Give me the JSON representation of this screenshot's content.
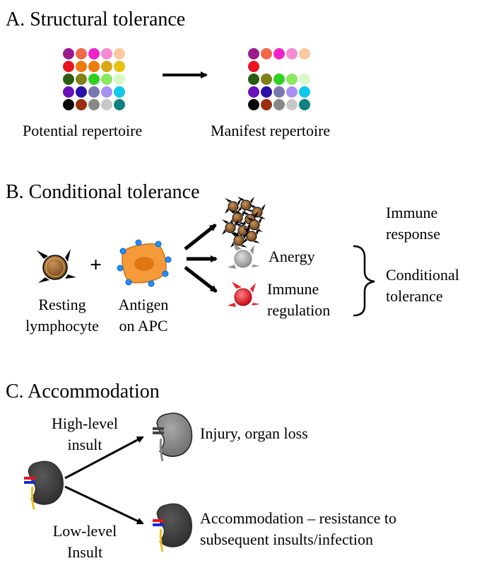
{
  "sections": {
    "a": {
      "title": "A. Structural tolerance",
      "potential_label": "Potential repertoire",
      "manifest_label": "Manifest repertoire",
      "potential_grid": [
        [
          "#9b1b8c",
          "#f06a4a",
          "#ee22c8",
          "#f58ad0",
          "#fbc9a0"
        ],
        [
          "#e8141e",
          "#ee7a10",
          "#f07a0a",
          "#d8a818",
          "#e8c010"
        ],
        [
          "#2a5c12",
          "#808018",
          "#30d020",
          "#88e860",
          "#d8f8c8"
        ],
        [
          "#6a10b8",
          "#2a10a8",
          "#7878b0",
          "#a890f0",
          "#10c8e8"
        ],
        [
          "#080808",
          "#9a3010",
          "#888888",
          "#c8c8c8",
          "#108080"
        ]
      ],
      "manifest_grid": [
        [
          "#9b1b8c",
          "#f06a4a",
          "#ee22c8",
          "#f58ad0",
          "#fbc9a0"
        ],
        [
          "#e8141e",
          null,
          null,
          null,
          null
        ],
        [
          "#2a5c12",
          "#808018",
          "#30d020",
          "#88e860",
          "#d8f8c8"
        ],
        [
          "#6a10b8",
          "#2a10a8",
          "#7878b0",
          "#a890f0",
          "#10c8e8"
        ],
        [
          "#080808",
          "#9a3010",
          "#888888",
          "#c8c8c8",
          "#108080"
        ]
      ]
    },
    "b": {
      "title": "B. Conditional tolerance",
      "resting_line1": "Resting",
      "resting_line2": "lymphocyte",
      "antigen_line1": "Antigen",
      "antigen_line2": "on APC",
      "plus": "+",
      "immune_response_line1": "Immune",
      "immune_response_line2": "response",
      "anergy": "Anergy",
      "regulation_line1": "Immune",
      "regulation_line2": "regulation",
      "conditional_line1": "Conditional",
      "conditional_line2": "tolerance"
    },
    "c": {
      "title": "C. Accommodation",
      "high_line1": "High-level",
      "high_line2": "insult",
      "low_line1": "Low-level",
      "low_line2": "Insult",
      "injury": "Injury, organ loss",
      "accommodation_line1": "Accommodation – resistance to",
      "accommodation_line2": "subsequent insults/infection"
    }
  },
  "colors": {
    "lymphocyte_brown": "#8b5a2b",
    "apc_orange": "#f59a3a",
    "apc_dots": "#1e90ff",
    "anergic_gray": "#a0a0a0",
    "regulatory_red": "#e8202a",
    "kidney_dark": "#3a3a3a",
    "kidney_gray": "#8a8a8a",
    "vessel_red": "#e8141e",
    "vessel_blue": "#1a2cc8",
    "ureter_yellow": "#e8c020"
  }
}
